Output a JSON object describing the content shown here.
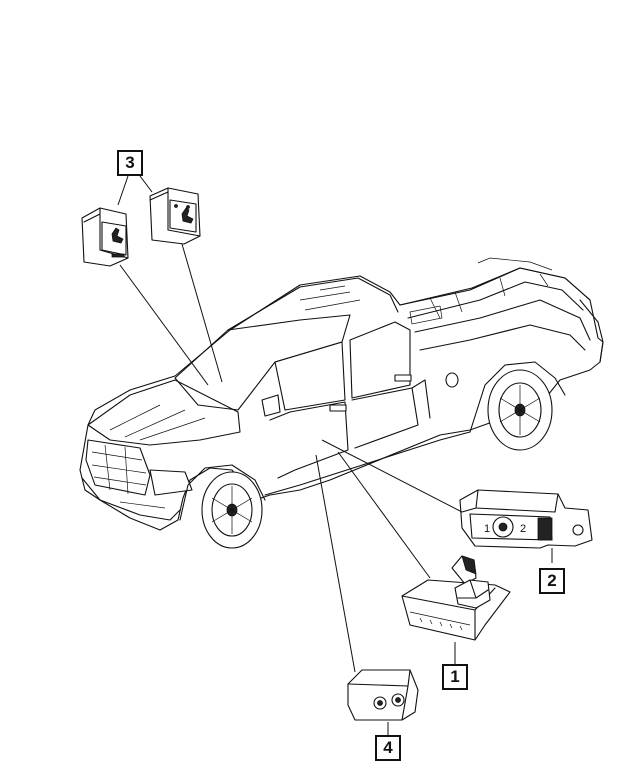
{
  "diagram": {
    "callouts": [
      {
        "id": "1",
        "label": "1"
      },
      {
        "id": "2",
        "label": "2"
      },
      {
        "id": "3",
        "label": "3"
      },
      {
        "id": "4",
        "label": "4"
      }
    ],
    "switch_2_labels": {
      "left": "1",
      "right": "2"
    }
  },
  "icons": [
    "pickup-truck-illustration",
    "seat-heater-switch-icon",
    "power-seat-switch-icon",
    "memory-seat-switch-icon",
    "switch-module-icon"
  ]
}
